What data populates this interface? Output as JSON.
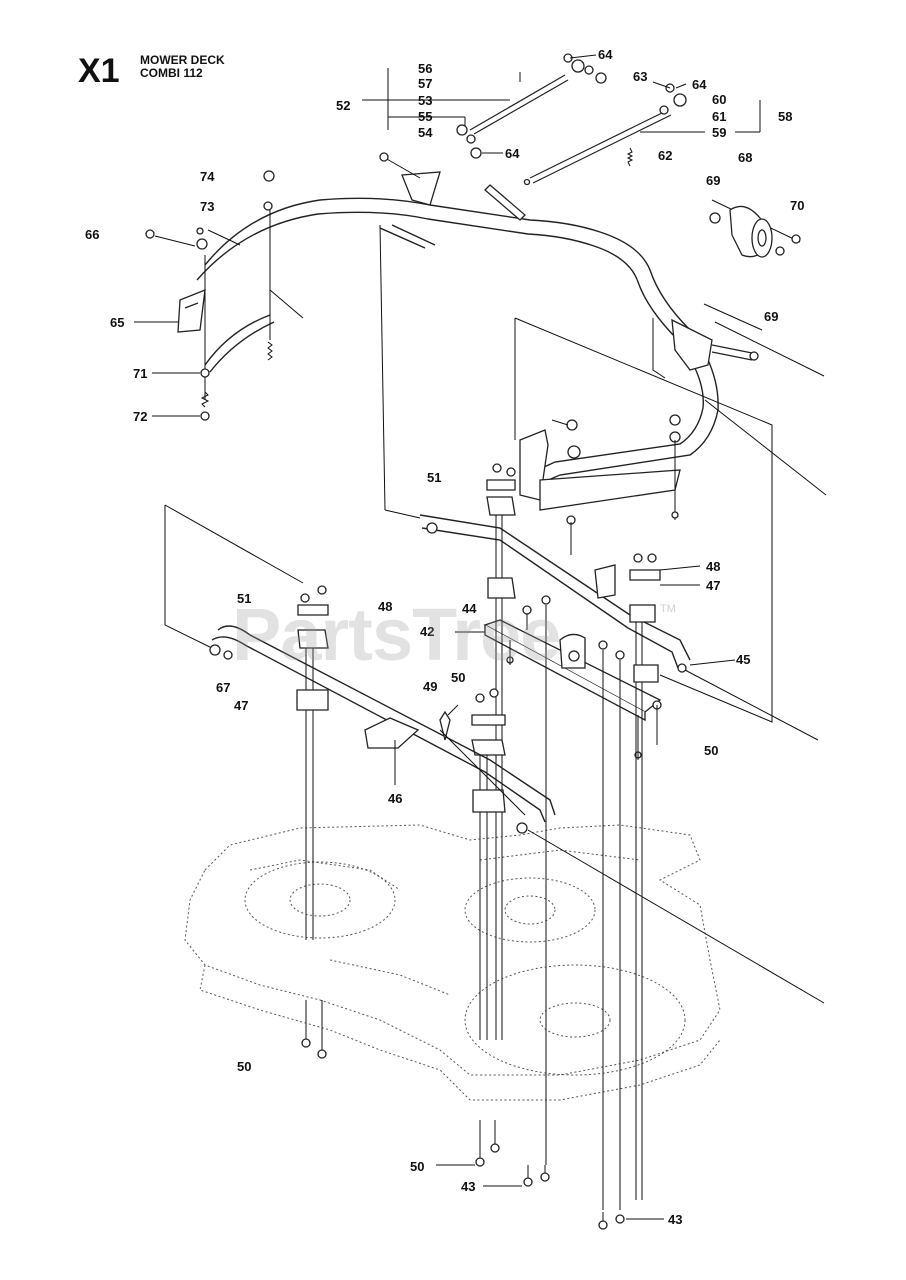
{
  "header": {
    "code": "X1",
    "title_line1": "MOWER DECK",
    "title_line2": "COMBI 112"
  },
  "watermark": {
    "text": "PartsTree",
    "tm": "TM"
  },
  "callouts": {
    "c56": "56",
    "c57": "57",
    "c52": "52",
    "c53": "53",
    "c55": "55",
    "c54": "54",
    "c64a": "64",
    "c64b": "64",
    "c64c": "64",
    "c63": "63",
    "c60": "60",
    "c61": "61",
    "c59": "59",
    "c58": "58",
    "c62": "62",
    "c68": "68",
    "c69a": "69",
    "c70": "70",
    "c69b": "69",
    "c74": "74",
    "c73": "73",
    "c66": "66",
    "c65": "65",
    "c71": "71",
    "c72": "72",
    "c51a": "51",
    "c48a": "48",
    "c47a": "47",
    "c51b": "51",
    "c48b": "48",
    "c44": "44",
    "c42": "42",
    "c45": "45",
    "c67": "67",
    "c47b": "47",
    "c49": "49",
    "c50a": "50",
    "c50b": "50",
    "c46": "46",
    "c50c": "50",
    "c50d": "50",
    "c43a": "43",
    "c43b": "43"
  },
  "colors": {
    "line": "#111111",
    "watermark": "#969696"
  }
}
